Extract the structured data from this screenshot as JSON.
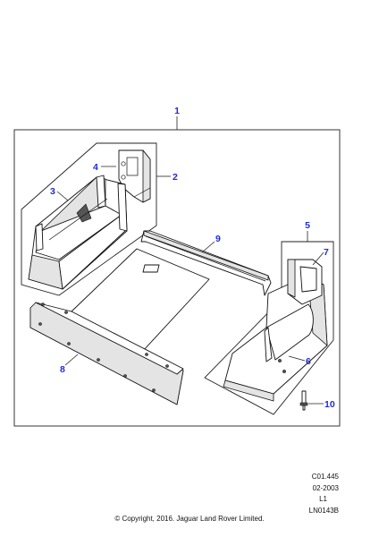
{
  "callouts": [
    {
      "id": "1",
      "label": "1"
    },
    {
      "id": "2",
      "label": "2"
    },
    {
      "id": "3",
      "label": "3"
    },
    {
      "id": "4",
      "label": "4"
    },
    {
      "id": "5",
      "label": "5"
    },
    {
      "id": "6",
      "label": "6"
    },
    {
      "id": "7",
      "label": "7"
    },
    {
      "id": "8",
      "label": "8"
    },
    {
      "id": "9",
      "label": "9"
    },
    {
      "id": "10",
      "label": "10"
    }
  ],
  "reference": {
    "code": "C01.445",
    "date": "02-2003",
    "level": "L1",
    "drawing_number": "LN0143B"
  },
  "copyright": "© Copyright, 2016. Jaguar Land Rover Limited.",
  "colors": {
    "callout": "#1f2bd6",
    "line": "#111111"
  }
}
